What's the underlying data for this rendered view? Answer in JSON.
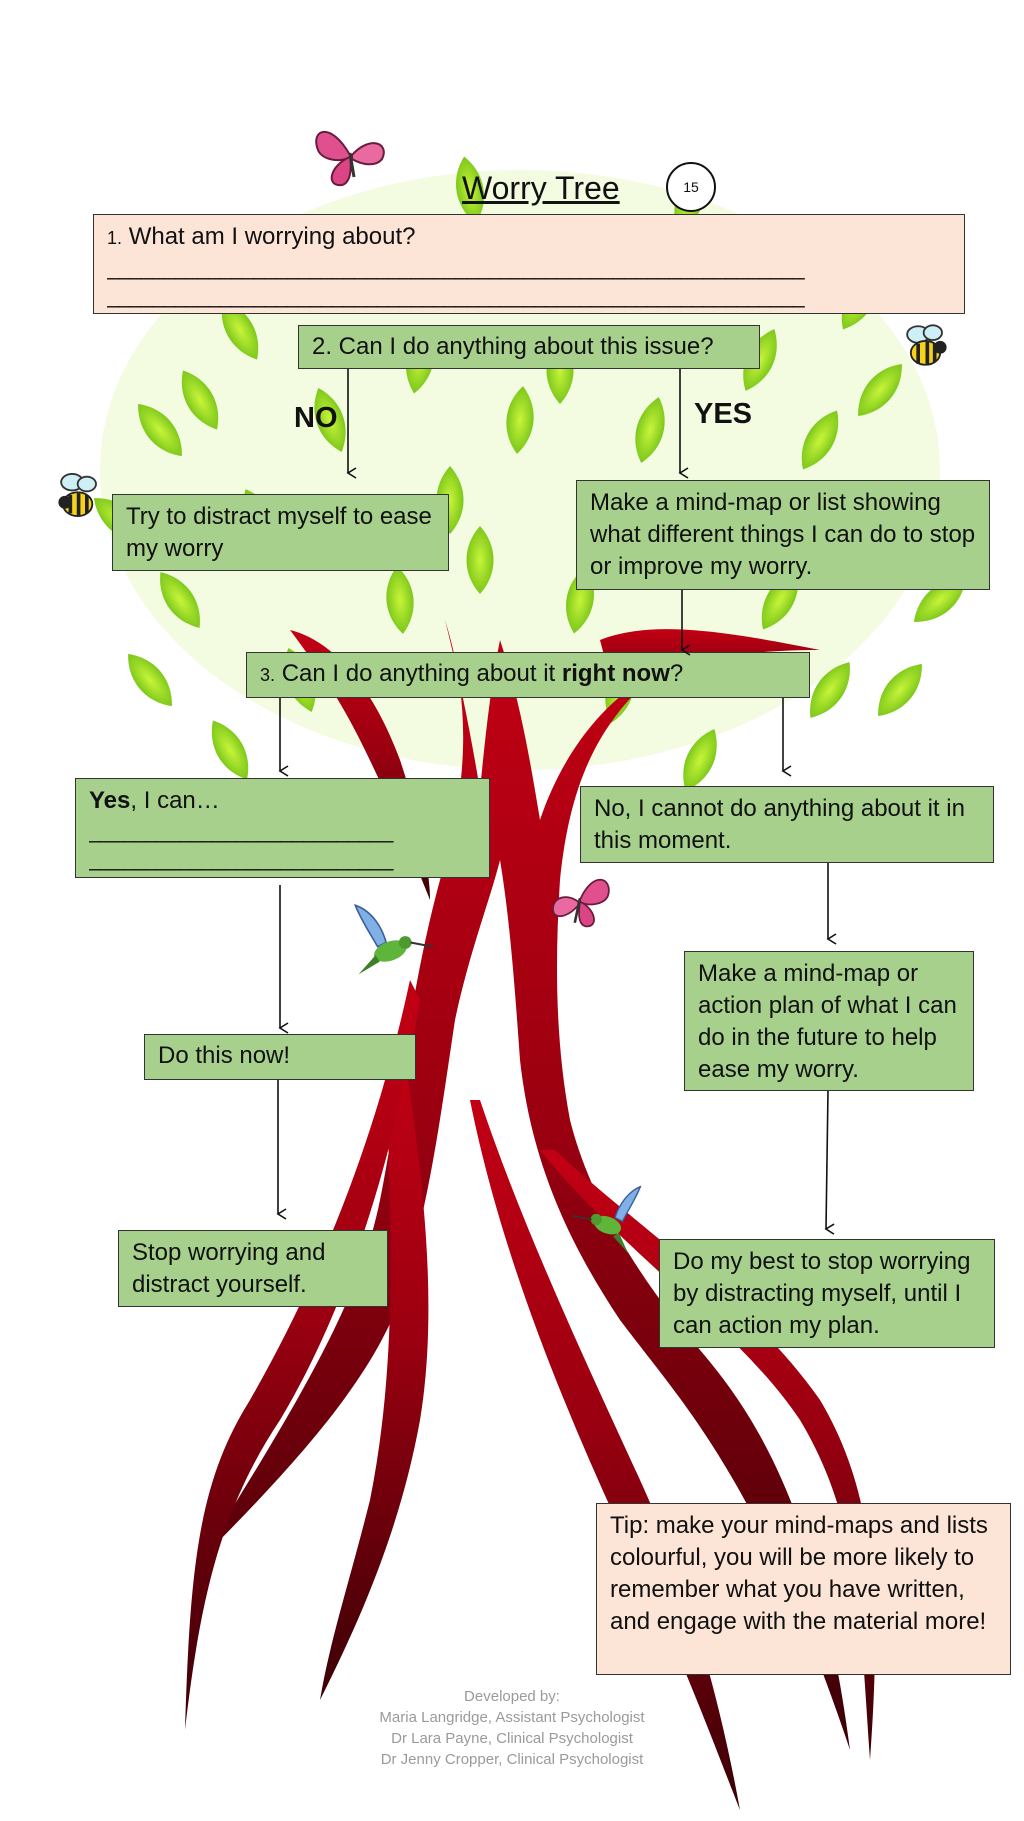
{
  "title": "Worry Tree",
  "page_number": "15",
  "q1": {
    "number": "1.",
    "text": "What am I worrying about?",
    "line": "______________________________________________________________"
  },
  "q2": {
    "text": "2. Can I do anything about this issue?"
  },
  "labels": {
    "no": "NO",
    "yes": "YES"
  },
  "distract": {
    "text": "Try to distract myself to ease my worry"
  },
  "mindmap": {
    "text": "Make a mind-map or list showing what different things I can do to stop or improve my worry."
  },
  "q3": {
    "number": "3.",
    "prefix": "Can I do anything about it ",
    "bold": "right now",
    "suffix": "?"
  },
  "yes_box": {
    "bold": "Yes",
    "rest": ", I can…",
    "line": "___________________________"
  },
  "no_box": {
    "text": "No, I cannot do anything about it in this moment."
  },
  "do_now": {
    "text": "Do this now!"
  },
  "action_plan": {
    "text": "Make a mind-map or action plan of what I can do in the future to help ease my worry."
  },
  "stop": {
    "text": "Stop worrying and distract yourself."
  },
  "best": {
    "text": "Do my best to stop worrying by distracting  myself, until I can action my plan."
  },
  "tip": {
    "text": "Tip: make your mind-maps and lists colourful, you will be more likely to remember what you have written, and engage with the material more!"
  },
  "credits": {
    "heading": "Developed by:",
    "line1": "Maria Langridge, Assistant Psychologist",
    "line2": "Dr Lara Payne, Clinical Psychologist",
    "line3": "Dr Jenny Cropper, Clinical Psychologist"
  },
  "colors": {
    "box_green": "#a8d08d",
    "box_peach": "#fce4d6",
    "leaf_green": "#8cd21e",
    "trunk_red": "#a3000e",
    "root_dark": "#3b0006"
  },
  "decorations": [
    "butterfly-icon",
    "bee-icon",
    "hummingbird-icon"
  ]
}
